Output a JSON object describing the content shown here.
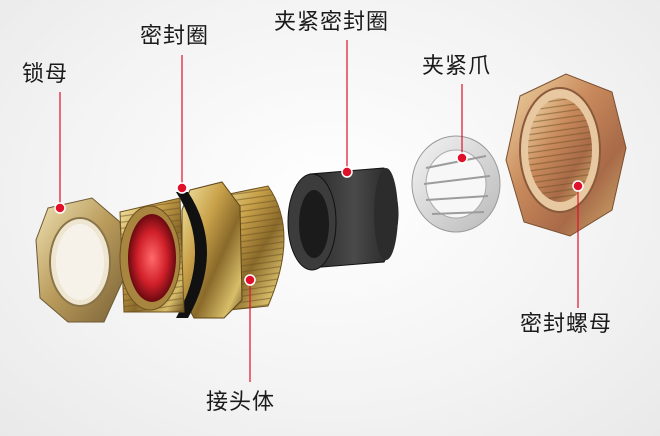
{
  "labels": {
    "lock_nut": "锁母",
    "seal_ring": "密封圈",
    "clamp_seal_ring": "夹紧密封圈",
    "clamp_claw": "夹紧爪",
    "sealing_nut": "密封螺母",
    "connector_body": "接头体"
  },
  "colors": {
    "marker": "#e0102a",
    "leader_line": "#e0102a",
    "brass": "#c9a64a",
    "rubber": "#3a3a3a",
    "claw": "#d9d9d9"
  }
}
